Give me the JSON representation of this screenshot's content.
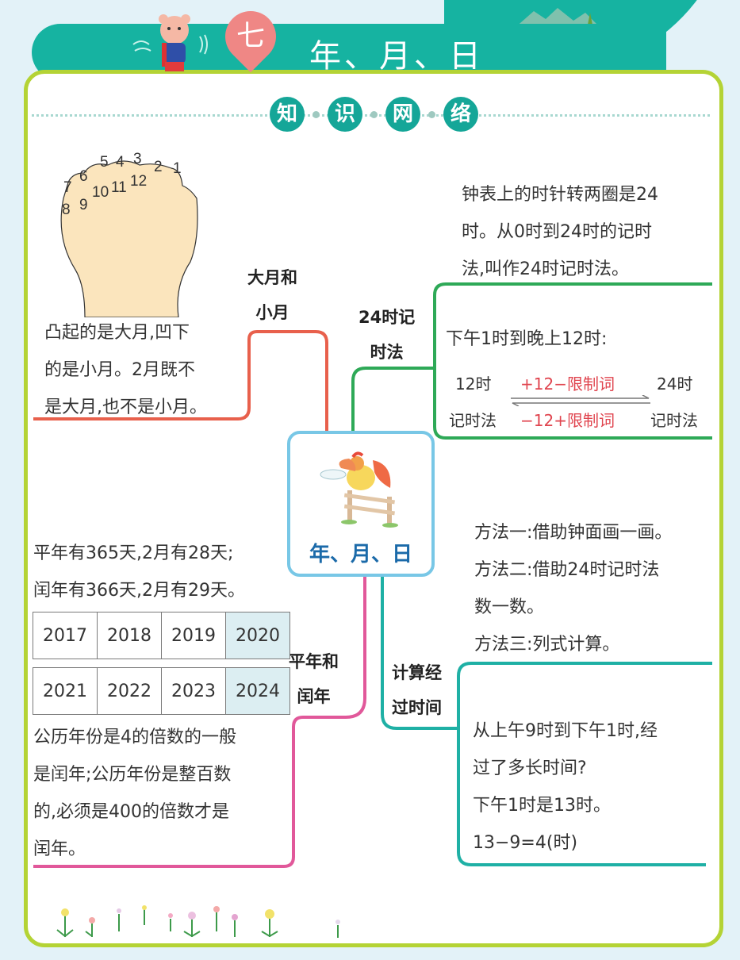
{
  "header": {
    "chapter_number": "七",
    "title": "年、月、日",
    "section_badges": [
      "知",
      "识",
      "网",
      "络"
    ]
  },
  "center_node": {
    "title": "年、月、日",
    "illustration": "rooster-on-fence-icon"
  },
  "branches": {
    "big_small_month": {
      "label_line1": "大月和",
      "label_line2": "小月",
      "color": "#e8604c",
      "fist_numbers": [
        "1",
        "2",
        "3",
        "4",
        "5",
        "6",
        "7",
        "8",
        "9",
        "10",
        "11",
        "12"
      ],
      "text_lines": [
        "凸起的是大月,凹下",
        "的是小月。2月既不",
        "是大月,也不是小月。"
      ]
    },
    "hour24": {
      "label_line1": "24时记",
      "label_line2": "时法",
      "color": "#2ea957",
      "intro_lines": [
        "钟表上的时针转两圈是24",
        "时。从0时到24时的记时",
        "法,叫作24时记时法。"
      ],
      "range_text": "下午1时到晚上12时:",
      "left_top": "12时",
      "left_bottom": "记时法",
      "right_top": "24时",
      "right_bottom": "记时法",
      "forward_rule": "+12−限制词",
      "backward_rule": "−12+限制词"
    },
    "leap_year": {
      "label_line1": "平年和",
      "label_line2": "闰年",
      "color": "#e1589a",
      "facts": [
        "平年有365天,2月有28天;",
        "闰年有366天,2月有29天。"
      ],
      "year_rows": [
        [
          "2017",
          "2018",
          "2019",
          "2020"
        ],
        [
          "2021",
          "2022",
          "2023",
          "2024"
        ]
      ],
      "rule_lines": [
        "公历年份是4的倍数的一般",
        "是闰年;公历年份是整百数",
        "的,必须是400的倍数才是",
        "闰年。"
      ]
    },
    "elapsed_time": {
      "label_line1": "计算经",
      "label_line2": "过时间",
      "color": "#1fb0a5",
      "methods": [
        "方法一:借助钟面画一画。",
        "方法二:借助24时记时法",
        "数一数。",
        "方法三:列式计算。"
      ],
      "example_lines": [
        "从上午9时到下午1时,经",
        "过了多长时间?",
        "下午1时是13时。",
        "13−9=4(时)"
      ]
    }
  }
}
